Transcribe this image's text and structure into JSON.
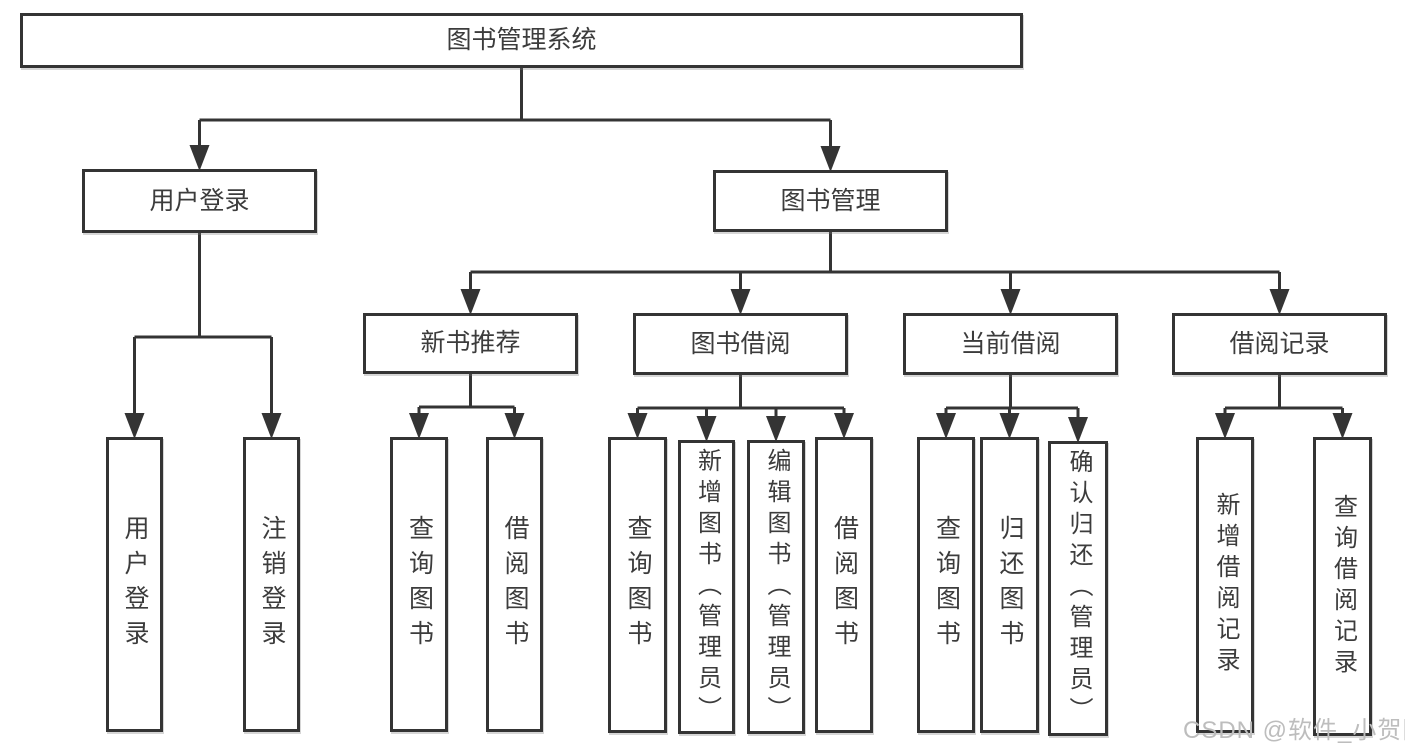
{
  "diagram": {
    "title": "图书管理系统",
    "nodes": [
      {
        "id": "root",
        "label": "图书管理系统",
        "orientation": "horizontal"
      },
      {
        "id": "user-login",
        "label": "用户登录",
        "orientation": "horizontal"
      },
      {
        "id": "book-mgmt",
        "label": "图书管理",
        "orientation": "horizontal"
      },
      {
        "id": "new-book-rec",
        "label": "新书推荐",
        "orientation": "horizontal"
      },
      {
        "id": "book-borrow",
        "label": "图书借阅",
        "orientation": "horizontal"
      },
      {
        "id": "current-borrow",
        "label": "当前借阅",
        "orientation": "horizontal"
      },
      {
        "id": "borrow-records",
        "label": "借阅记录",
        "orientation": "horizontal"
      },
      {
        "id": "leaf-user-login",
        "label": "用户登录",
        "orientation": "vertical"
      },
      {
        "id": "leaf-logout",
        "label": "注销登录",
        "orientation": "vertical"
      },
      {
        "id": "leaf-query-book-1",
        "label": "查询图书",
        "orientation": "vertical"
      },
      {
        "id": "leaf-borrow-book-1",
        "label": "借阅图书",
        "orientation": "vertical"
      },
      {
        "id": "leaf-query-book-2",
        "label": "查询图书",
        "orientation": "vertical"
      },
      {
        "id": "leaf-add-book",
        "label": "新增图书（管理员）",
        "orientation": "vertical"
      },
      {
        "id": "leaf-edit-book",
        "label": "编辑图书（管理员）",
        "orientation": "vertical"
      },
      {
        "id": "leaf-borrow-book-2",
        "label": "借阅图书",
        "orientation": "vertical"
      },
      {
        "id": "leaf-query-book-3",
        "label": "查询图书",
        "orientation": "vertical"
      },
      {
        "id": "leaf-return-book",
        "label": "归还图书",
        "orientation": "vertical"
      },
      {
        "id": "leaf-confirm-return",
        "label": "确认归还（管理员）",
        "orientation": "vertical"
      },
      {
        "id": "leaf-add-record",
        "label": "新增借阅记录",
        "orientation": "vertical"
      },
      {
        "id": "leaf-query-record",
        "label": "查询借阅记录",
        "orientation": "vertical"
      }
    ],
    "edges": [
      {
        "from": "root",
        "to": [
          "user-login",
          "book-mgmt"
        ]
      },
      {
        "from": "user-login",
        "to": [
          "leaf-user-login",
          "leaf-logout"
        ]
      },
      {
        "from": "book-mgmt",
        "to": [
          "new-book-rec",
          "book-borrow",
          "current-borrow",
          "borrow-records"
        ]
      },
      {
        "from": "new-book-rec",
        "to": [
          "leaf-query-book-1",
          "leaf-borrow-book-1"
        ]
      },
      {
        "from": "book-borrow",
        "to": [
          "leaf-query-book-2",
          "leaf-add-book",
          "leaf-edit-book",
          "leaf-borrow-book-2"
        ]
      },
      {
        "from": "current-borrow",
        "to": [
          "leaf-query-book-3",
          "leaf-return-book",
          "leaf-confirm-return"
        ]
      },
      {
        "from": "borrow-records",
        "to": [
          "leaf-add-record",
          "leaf-query-record"
        ]
      }
    ]
  },
  "watermark": {
    "text": "CSDN @软件_小贺同学"
  },
  "colors": {
    "line": "#343434",
    "box_border": "#343434",
    "box_background": "#ffffff",
    "label_text": "#3c3c3c",
    "watermark_text": "#bdbdbd"
  }
}
